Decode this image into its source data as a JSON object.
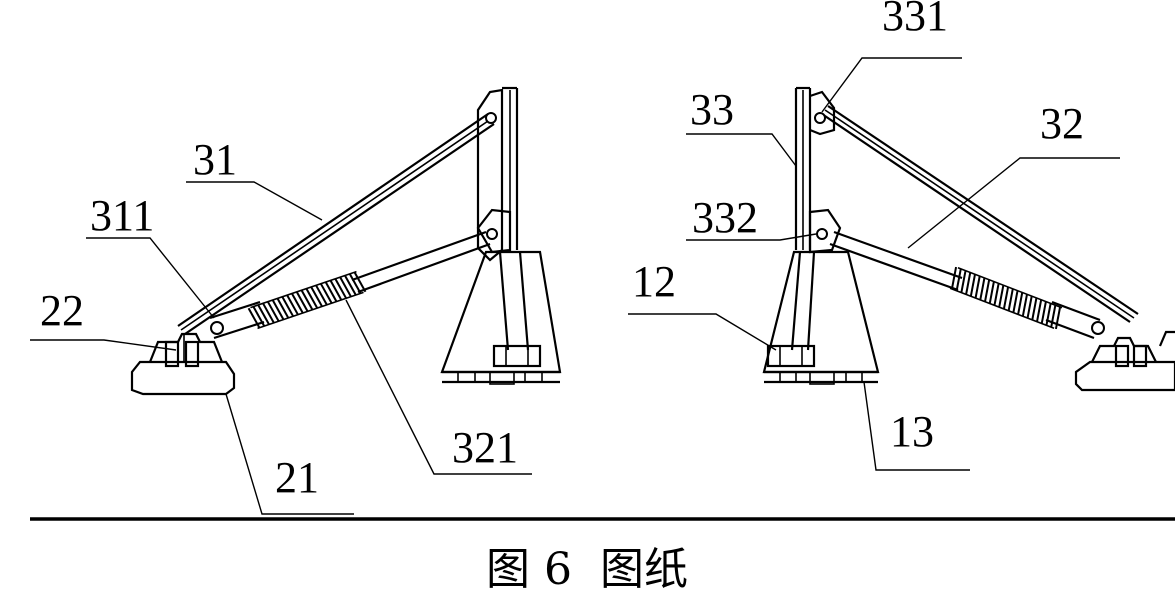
{
  "labels": {
    "l31": "31",
    "l311": "311",
    "l22": "22",
    "l321": "321",
    "l21": "21",
    "l331": "331",
    "l33": "33",
    "l32": "32",
    "l332": "332",
    "l12": "12",
    "l13": "13"
  },
  "caption": "图 6  图纸"
}
